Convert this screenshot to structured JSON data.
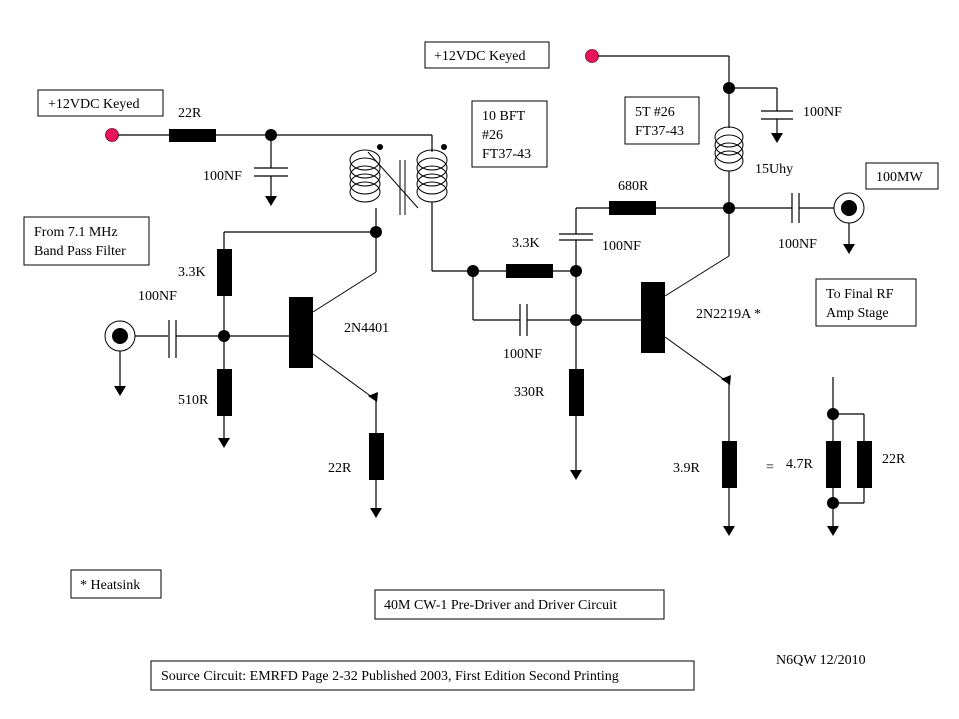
{
  "title": "40M CW-1 Pre-Driver and Driver Circuit",
  "source_note": "Source Circuit: EMRFD Page 2-32 Published 2003, First Edition Second Printing",
  "author_note": "N6QW 12/2010",
  "heatsink_note": "* Heatsink",
  "colors": {
    "supply_terminal": "#e8135a",
    "wire": "#000000",
    "background": "#ffffff"
  },
  "supplies": {
    "left": "+12VDC Keyed",
    "right": "+12VDC Keyed"
  },
  "notes": {
    "input": [
      "From 7.1 MHz",
      "Band Pass Filter"
    ],
    "transformer": [
      "10 BFT",
      "#26",
      "FT37-43"
    ],
    "choke_core": [
      "5T #26",
      "FT37-43"
    ],
    "output_power": "100MW",
    "output_dest": [
      "To Final RF",
      "Amp Stage"
    ]
  },
  "components": {
    "r_supply_left": "22R",
    "c_supply_left": "100NF",
    "c_input": "100NF",
    "r_bias_top_q1": "3.3K",
    "r_bias_bot_q1": "510R",
    "q1": "2N4401",
    "r_emitter_q1": "22R",
    "r_feedback_q2": "3.3K",
    "c_feedback_q2": "100NF",
    "c_coupling_q2": "100NF",
    "r_bias_bot_q2": "330R",
    "r_collector_feedback": "680R",
    "q2": "2N2219A *",
    "r_emitter_q2": "3.9R",
    "equals": "=",
    "r_parallel_a": "4.7R",
    "r_parallel_b": "22R",
    "choke": "15Uhy",
    "c_supply_right": "100NF",
    "c_output": "100NF"
  }
}
